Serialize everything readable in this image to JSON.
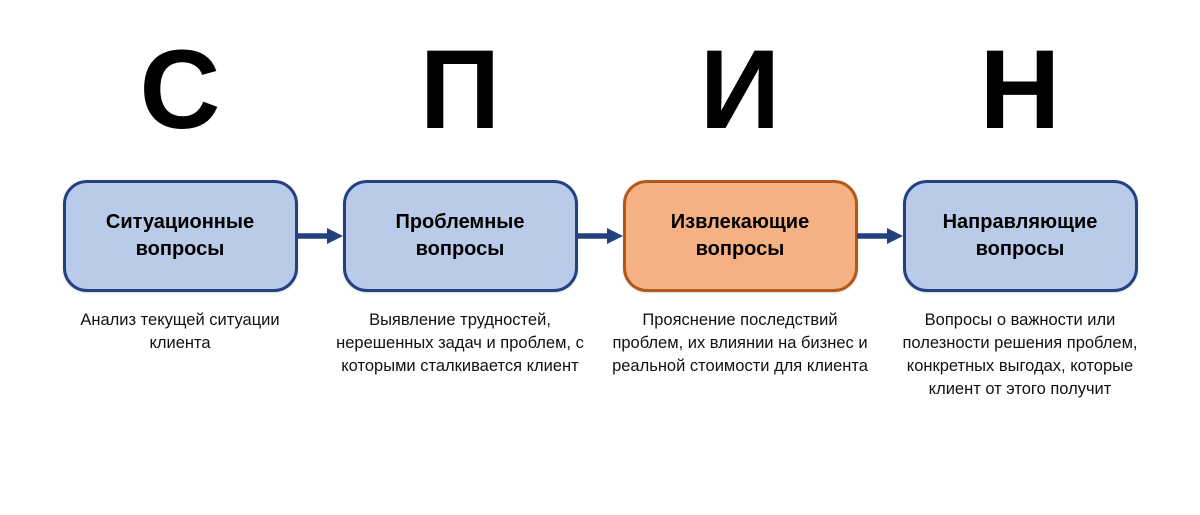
{
  "diagram": {
    "acronym": "СПИН",
    "colors": {
      "blue_fill": "#b9cbe8",
      "blue_border": "#24417f",
      "orange_fill": "#f5b183",
      "orange_border": "#b05a1a",
      "arrow": "#24417f",
      "text": "#000000"
    },
    "columns": [
      {
        "letter": "С",
        "box_title": "Ситуационные вопросы",
        "description": "Анализ текущей ситуации клиента",
        "style": "blue"
      },
      {
        "letter": "П",
        "box_title": "Проблемные вопросы",
        "description": "Выявление трудностей, нерешенных задач и проблем, с которыми сталкивается клиент",
        "style": "blue"
      },
      {
        "letter": "И",
        "box_title": "Извлекающие вопросы",
        "description": "Прояснение последствий проблем, их влиянии на бизнес и реальной стоимости для клиента",
        "style": "orange"
      },
      {
        "letter": "Н",
        "box_title": "Направляющие вопросы",
        "description": "Вопросы о важности или полезности решения проблем, конкретных выгодах, которые клиент от этого получит",
        "style": "blue"
      }
    ]
  }
}
